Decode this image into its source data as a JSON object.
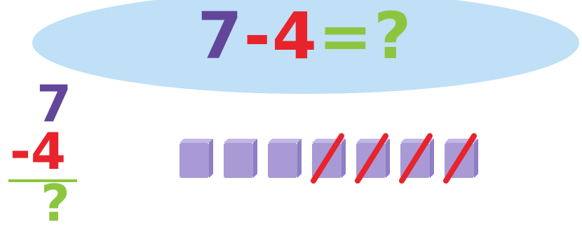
{
  "equation": {
    "first": "7",
    "op": "-",
    "second": "4",
    "eq": "=",
    "result": "?"
  },
  "vertical": {
    "top": "7",
    "op": "-",
    "sub": "4",
    "result": "?"
  },
  "blocks": {
    "total": 7,
    "crossed": 4
  },
  "colors": {
    "purple": "#62469a",
    "red": "#e8232c",
    "green": "#8cc63f",
    "banner": "#bfe0f6",
    "block_front": "#a99ad6",
    "block_top": "#c3b7e6",
    "block_side": "#8e7ec4",
    "cross": "#e8232c"
  }
}
